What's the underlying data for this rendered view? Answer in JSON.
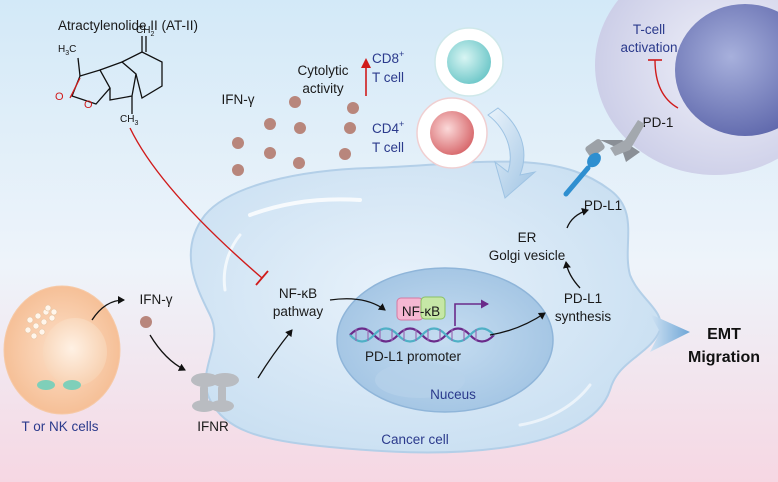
{
  "compound": {
    "name": "Atractylenolide II (AT-II)",
    "atoms": {
      "h3c": "H",
      "h3c_sub": "3",
      "h3c_c": "C",
      "ch2": "CH",
      "ch2_sub": "2",
      "ch3": "CH",
      "ch3_sub": "3",
      "o1": "O",
      "o2": "O"
    }
  },
  "tcell_top": {
    "label_line1": "T-cell",
    "label_line2": "activation",
    "receptor": "PD-1"
  },
  "cytolytic": {
    "line1": "Cytolytic",
    "line2": "activity"
  },
  "ifn_top": "IFN-γ",
  "cd8": {
    "label": "CD8",
    "sup": "+",
    "line2": "T cell"
  },
  "cd4": {
    "label": "CD4",
    "sup": "+",
    "line2": "T cell"
  },
  "ligand": "PD-L1",
  "er": {
    "line1": "ER",
    "line2": "Golgi vesicle"
  },
  "synthesis": {
    "line1": "PD-L1",
    "line2": "synthesis"
  },
  "pathway": {
    "line1": "NF-κB",
    "line2": "pathway"
  },
  "nfkb_box": "NF-κB",
  "promoter": "PD-L1 promoter",
  "nucleus": "Nuceus",
  "cancer_cell": "Cancer cell",
  "ifn_left": "IFN-γ",
  "ifnr": "IFNR",
  "tnk": "T or NK cells",
  "outcome": {
    "line1": "EMT",
    "line2": "Migration"
  },
  "colors": {
    "bg_top": "#cfe6f6",
    "bg_bottom": "#f6d6e2",
    "cancer": "#dbeaf7",
    "inhibit": "#d01b1b",
    "dots": "#b8867c",
    "label_blue": "#2b3a8c"
  }
}
